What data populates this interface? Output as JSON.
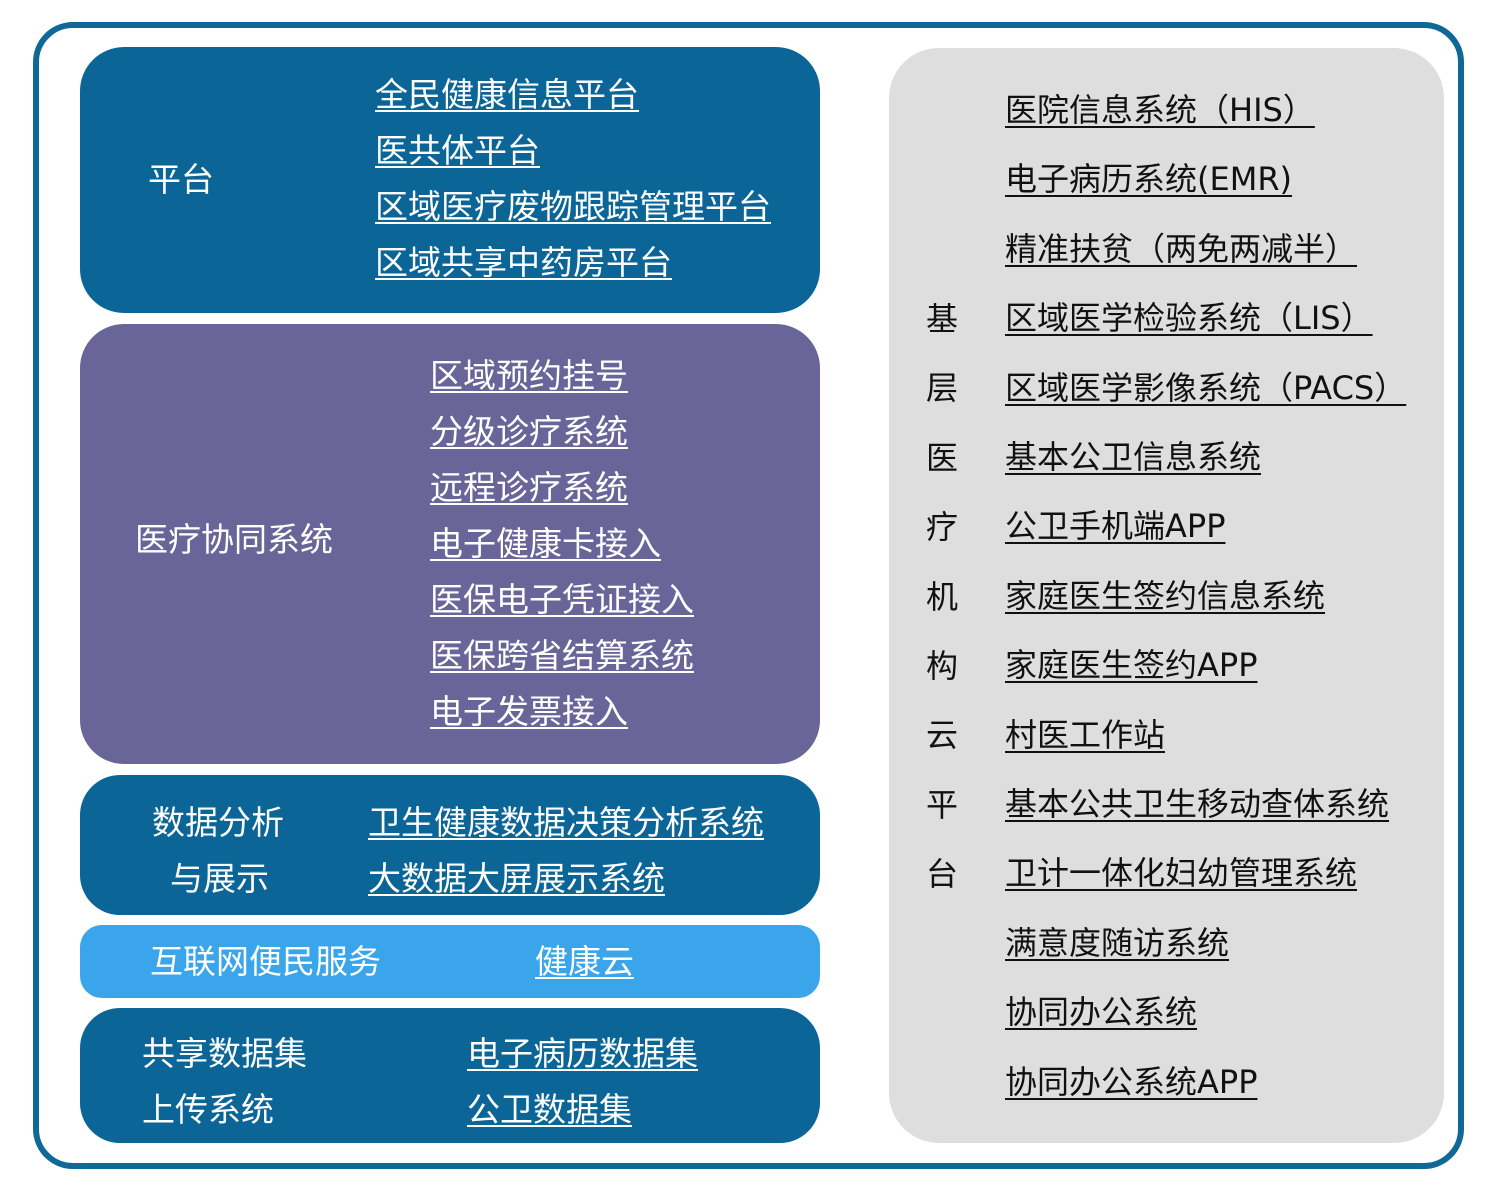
{
  "platform": {
    "label": "平台",
    "links": [
      "全民健康信息平台",
      "医共体平台",
      "区域医疗废物跟踪管理平台",
      "区域共享中药房平台"
    ]
  },
  "collab": {
    "label": "医疗协同系统",
    "links": [
      "区域预约挂号",
      "分级诊疗系统",
      "远程诊疗系统",
      "电子健康卡接入",
      "医保电子凭证接入",
      "医保跨省结算系统",
      "电子发票接入"
    ]
  },
  "data_analysis": {
    "label_line1": "数据分析",
    "label_line2": "与展示",
    "links": [
      "卫生健康数据决策分析系统",
      "大数据大屏展示系统"
    ]
  },
  "internet": {
    "label": "互联网便民服务",
    "link": "健康云"
  },
  "shared": {
    "label_line1": "共享数据集",
    "label_line2": "上传系统",
    "links": [
      "电子病历数据集",
      "公卫数据集"
    ]
  },
  "cloud": {
    "title_chars": [
      "基",
      "层",
      "医",
      "疗",
      "机",
      "构",
      "云",
      "平",
      "台"
    ],
    "links": [
      "医院信息系统（HIS）",
      "电子病历系统(EMR)",
      "精准扶贫（两免两减半）",
      "区域医学检验系统（LIS）",
      "区域医学影像系统（PACS）",
      "基本公卫信息系统",
      "公卫手机端APP",
      "家庭医生签约信息系统",
      "家庭医生签约APP",
      "村医工作站",
      "基本公共卫生移动查体系统",
      "卫计一体化妇幼管理系统",
      "满意度随访系统",
      "协同办公系统",
      "协同办公系统APP"
    ]
  },
  "colors": {
    "border": "#0f6896",
    "dark_blue": "#0b6596",
    "purple": "#6a6599",
    "light_blue": "#3aa5eb",
    "grey_panel": "#dedede"
  }
}
